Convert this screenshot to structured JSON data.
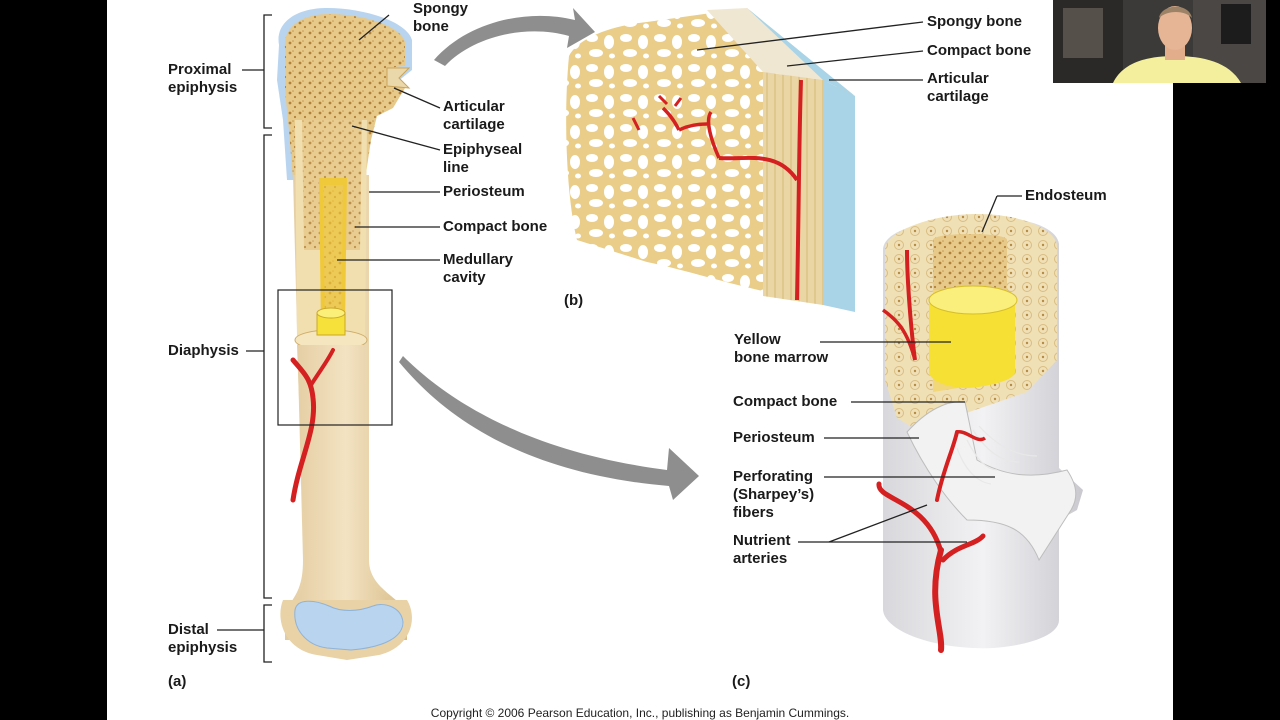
{
  "slide": {
    "labels_a": {
      "proximal_epiphysis": [
        "Proximal",
        "epiphysis"
      ],
      "diaphysis": [
        "Diaphysis"
      ],
      "distal_epiphysis": [
        "Distal",
        "epiphysis"
      ],
      "spongy_bone": [
        "Spongy",
        "bone"
      ],
      "articular_cartilage": [
        "Articular",
        "cartilage"
      ],
      "epiphyseal_line": [
        "Epiphyseal",
        "line"
      ],
      "periosteum": [
        "Periosteum"
      ],
      "compact_bone": [
        "Compact bone"
      ],
      "medullary_cavity": [
        "Medullary",
        "cavity"
      ]
    },
    "labels_b": {
      "spongy_bone": [
        "Spongy bone"
      ],
      "compact_bone": [
        "Compact bone"
      ],
      "articular_cartilage": [
        "Articular",
        "cartilage"
      ]
    },
    "labels_c": {
      "endosteum": [
        "Endosteum"
      ],
      "yellow_marrow": [
        "Yellow",
        "bone marrow"
      ],
      "compact_bone": [
        "Compact bone"
      ],
      "periosteum": [
        "Periosteum"
      ],
      "perforating_fibers": [
        "Perforating",
        "(Sharpey’s)",
        "fibers"
      ],
      "nutrient_arteries": [
        "Nutrient",
        "arteries"
      ]
    },
    "panel_letters": {
      "a": "(a)",
      "b": "(b)",
      "c": "(c)"
    },
    "copyright": "Copyright © 2006 Pearson Education, Inc., publishing as Benjamin Cummings."
  },
  "colors": {
    "bone": "#e8cf8e",
    "bone_dark": "#c9a45a",
    "marrow_yellow": "#f3d22a",
    "artery": "#d42020",
    "cartilage": "#b9d4ee",
    "outer_bone": "#efe0bd",
    "arrow": "#8e8e8e"
  },
  "webcam": {
    "description_icon": "presenter-video-icon"
  }
}
